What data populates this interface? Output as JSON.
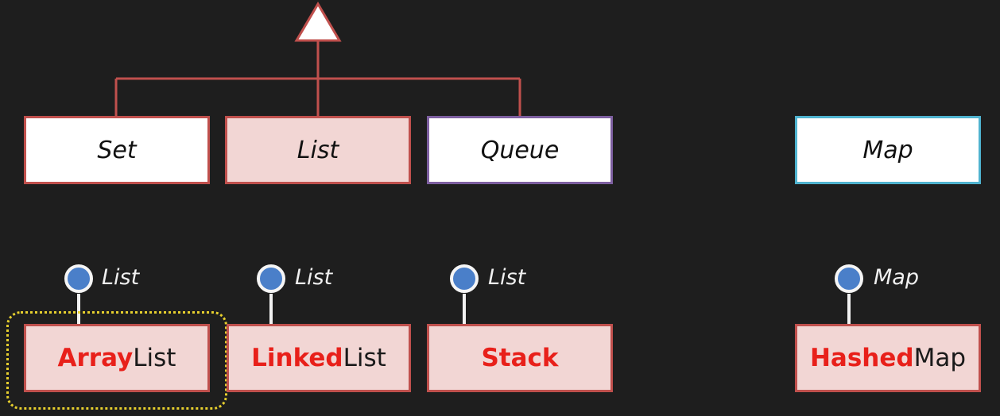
{
  "interfaces": {
    "set": "Set",
    "list": "List",
    "queue": "Queue",
    "map": "Map"
  },
  "implementations": {
    "arraylist": {
      "prefix": "Array",
      "suffix": "List",
      "interface": "List"
    },
    "linkedlist": {
      "prefix": "Linked",
      "suffix": "List",
      "interface": "List"
    },
    "stack": {
      "prefix": "Stack",
      "suffix": "",
      "interface": "List"
    },
    "hashedmap": {
      "prefix": "Hashed",
      "suffix": "Map",
      "interface": "Map"
    }
  },
  "colors": {
    "background": "#1e1e1e",
    "connector": "#c0504d",
    "queue_border": "#7d5fa0",
    "map_border": "#4fb3cf",
    "list_fill": "#f2d6d4",
    "accent_text": "#e8201a",
    "lollipop_fill": "#4a7fc9",
    "highlight": "#e6cf2e"
  }
}
